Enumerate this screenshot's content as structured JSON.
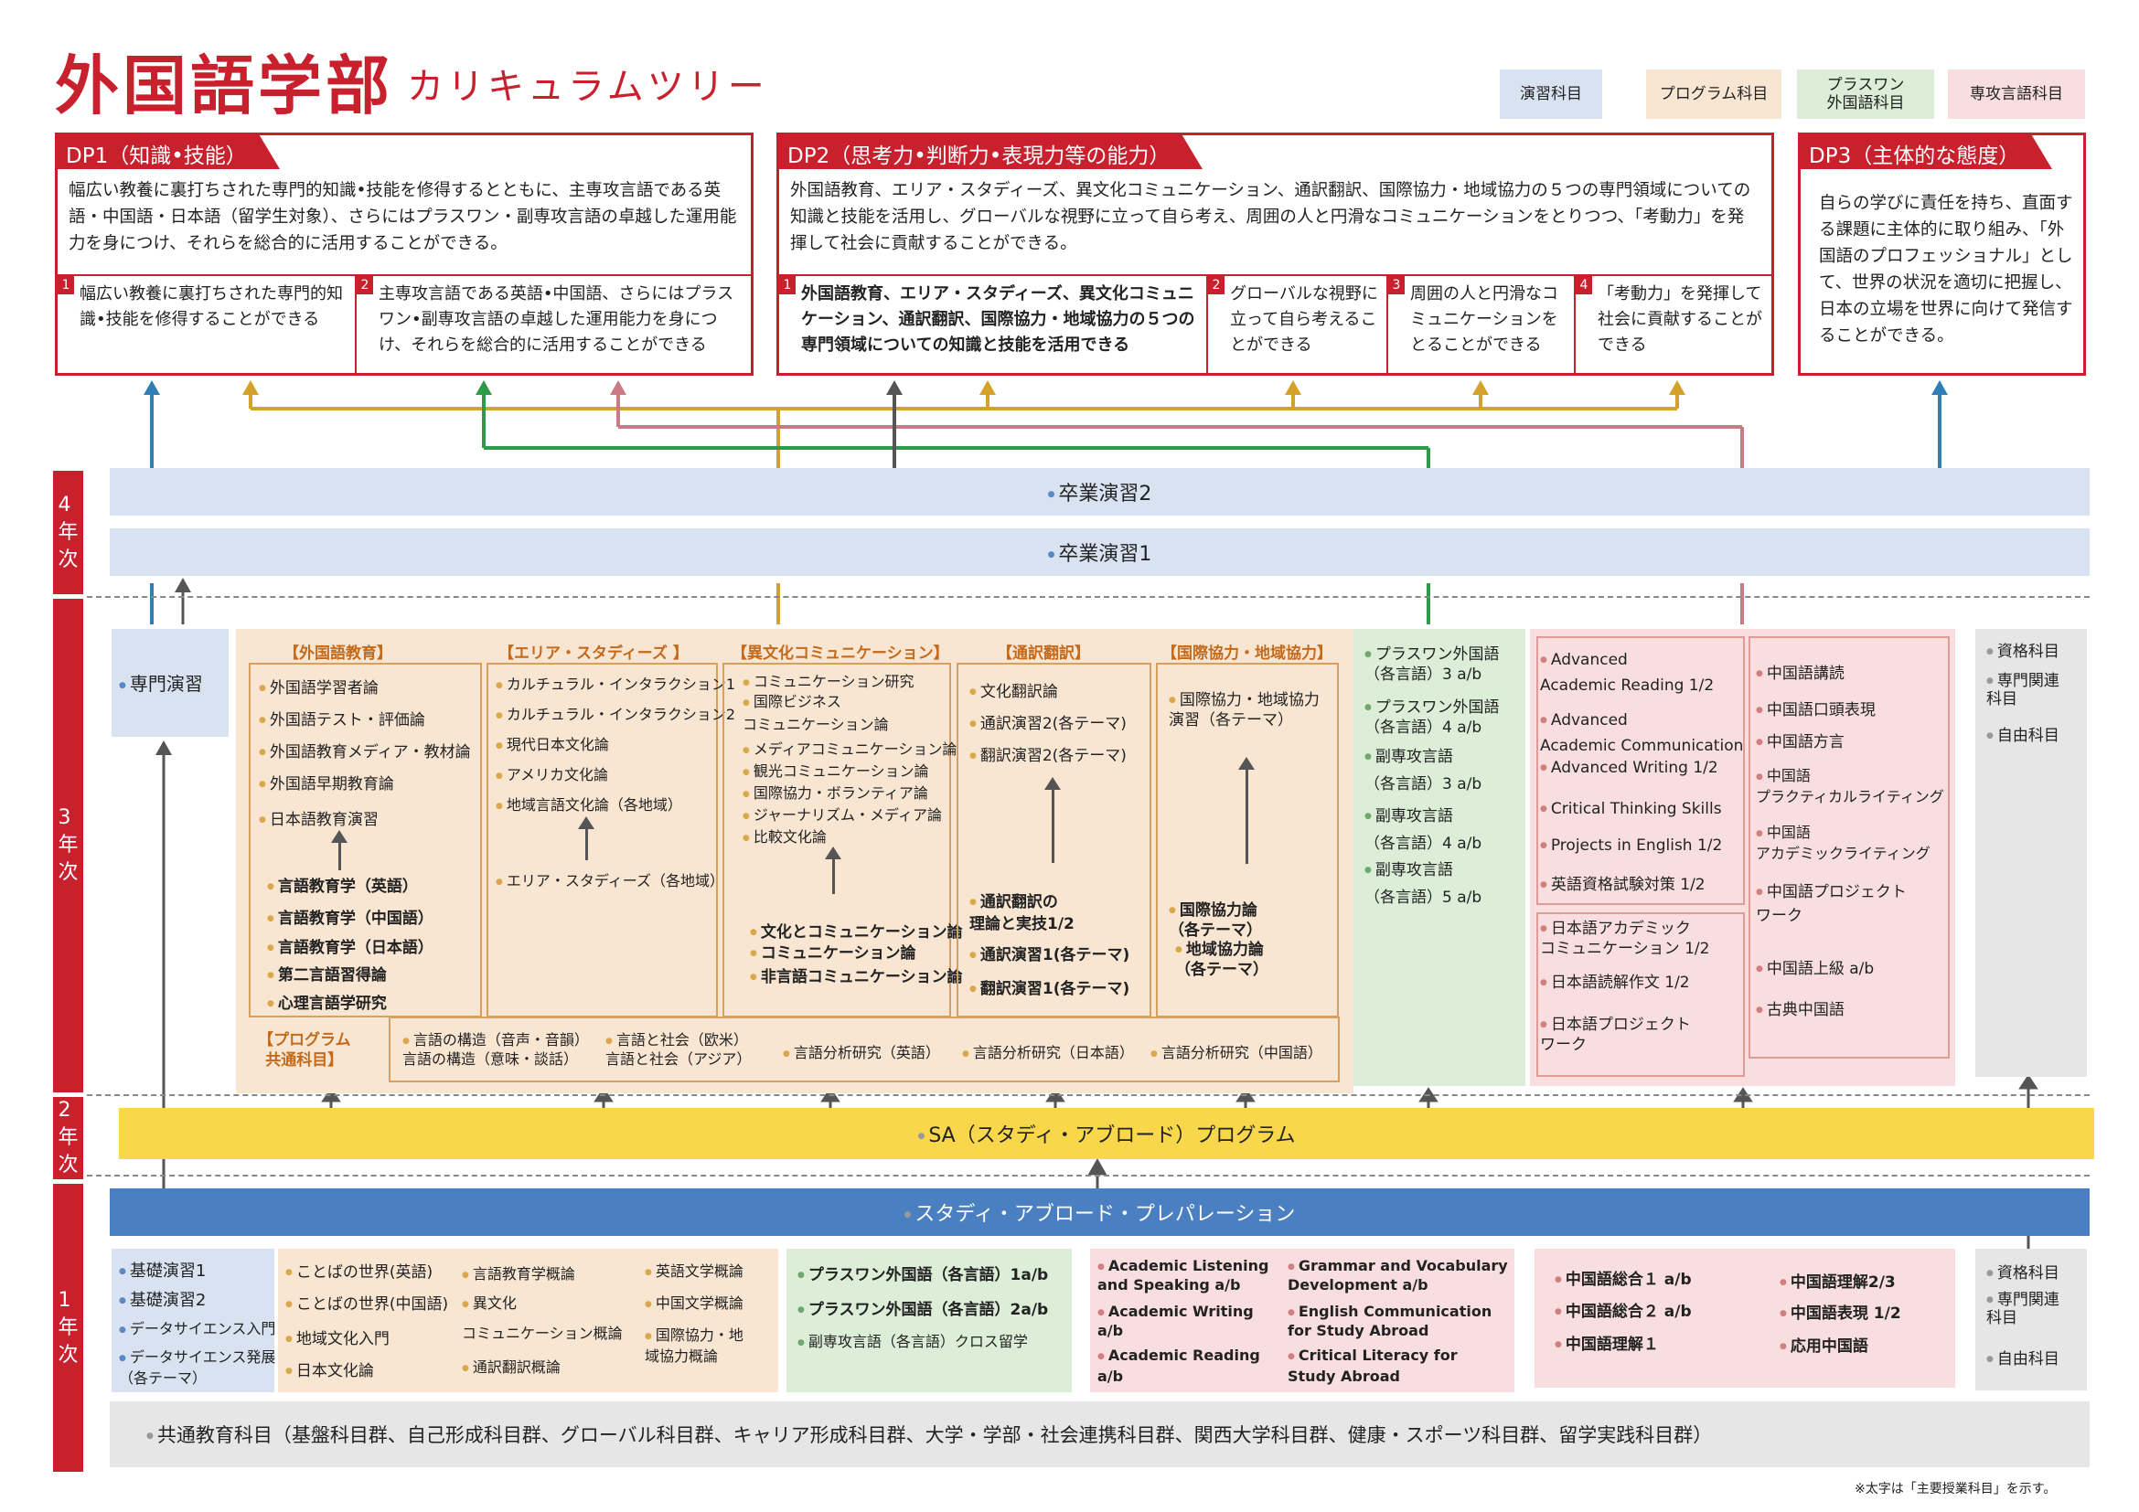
{
  "title": {
    "main": "外国語学部",
    "sub": "カリキュラムツリー"
  },
  "legend": [
    {
      "label": "演習科目",
      "color": "#d9e2f1"
    },
    {
      "label": "プログラム科目",
      "color": "#f8e6d2"
    },
    {
      "label": "プラスワン\n外国語科目",
      "color": "#dcedd8"
    },
    {
      "label": "専攻言語科目",
      "color": "#f8dede"
    }
  ],
  "dp1": {
    "tab": "DP1（知識•技能）",
    "desc": "幅広い教養に裏打ちされた専門的知識•技能を修得するとともに、主専攻言語である英語・中国語・日本語（留学生対象）、さらにはプラスワン・副専攻言語の卓越した運用能力を身につけ、それらを総合的に活用することができる。",
    "subs": [
      {
        "num": "1",
        "text": "幅広い教養に裏打ちされた専門的知識•技能を修得することができる"
      },
      {
        "num": "2",
        "text": "主専攻言語である英語•中国語、さらにはプラスワン•副専攻言語の卓越した運用能力を身につけ、それらを総合的に活用することができる"
      }
    ]
  },
  "dp2": {
    "tab": "DP2（思考力•判断力•表現力等の能力）",
    "desc": "外国語教育、エリア・スタディーズ、異文化コミュニケーション、通訳翻訳、国際協力・地域協力の５つの専門領域についての知識と技能を活用し、グローバルな視野に立って自ら考え、周囲の人と円滑なコミュニケーションをとりつつ、「考動力」を発揮して社会に貢献することができる。",
    "subs": [
      {
        "num": "1",
        "text": "外国語教育、エリア・スタディーズ、異文化コミュニケーション、通訳翻訳、国際協力・地域協力の５つの専門領域についての知識と技能を活用できる"
      },
      {
        "num": "2",
        "text": "グローバルな視野に立って自ら考えることができる"
      },
      {
        "num": "3",
        "text": "周囲の人と円滑なコミュニケーションをとることができる"
      },
      {
        "num": "4",
        "text": "「考動力」を発揮して社会に貢献することができる"
      }
    ]
  },
  "dp3": {
    "tab": "DP3（主体的な態度）",
    "desc": "自らの学びに責任を持ち、直面する課題に主体的に取り組み、「外国語のプロフェッショナル」として、世界の状況を適切に把握し、日本の立場を世界に向けて発信することができる。"
  },
  "years": {
    "y4": "4\n年\n次",
    "y3": "3\n年\n次",
    "y2": "2\n年\n次",
    "y1": "1\n年\n次"
  },
  "bands": {
    "sotsugyo2": "卒業演習2",
    "sotsugyo1": "卒業演習1",
    "sa_program": "SA（スタディ・アブロード）プログラム",
    "sa_prep": "スタディ・アブロード・プレパレーション",
    "common": "共通教育科目（基盤科目群、自己形成科目群、グローバル科目群、キャリア形成科目群、大学・学部・社会連携科目群、関西大学科目群、健康・スポーツ科目群、留学実践科目群）"
  },
  "y3": {
    "senmon": "専門演習",
    "gaikokugo": {
      "header": "【外国語教育】",
      "top": [
        "外国語学習者論",
        "外国語テスト・評価論",
        "外国語教育メディア・教材論",
        "外国語早期教育論",
        "日本語教育演習"
      ],
      "bottom": [
        "言語教育学（英語）",
        "言語教育学（中国語）",
        "言語教育学（日本語）",
        "第二言語習得論",
        "心理言語学研究"
      ]
    },
    "area": {
      "header": "【エリア・スタディーズ 】",
      "top": [
        "カルチュラル・インタラクション1",
        "カルチュラル・インタラクション2",
        "現代日本文化論",
        "アメリカ文化論",
        "地域言語文化論（各地域）"
      ],
      "bottom": [
        "エリア・スタディーズ（各地域）"
      ]
    },
    "ibunka": {
      "header": "【異文化コミュニケーション】",
      "top": [
        "コミュニケーション研究",
        "国際ビジネス\nコミュニケーション論",
        "メディアコミュニケーション論",
        "観光コミュニケーション論",
        "国際協力・ボランティア論",
        "ジャーナリズム・メディア論",
        "比較文化論"
      ],
      "bottom": [
        "文化とコミュニケーション論",
        "コミュニケーション論",
        "非言語コミュニケーション論"
      ]
    },
    "tsuyaku": {
      "header": "【通訳翻訳】",
      "top": [
        "文化翻訳論",
        "通訳演習2(各テーマ)",
        "翻訳演習2(各テーマ)"
      ],
      "bottom": [
        "通訳翻訳の\n理論と実技1/2",
        "通訳演習1(各テーマ)",
        "翻訳演習1(各テーマ)"
      ]
    },
    "kokusai": {
      "header": "【国際協力・地域協力】",
      "top": [
        "国際協力・地域協力\n演習（各テーマ）"
      ],
      "bottom": [
        "国際協力論\n（各テーマ）",
        "地域協力論\n（各テーマ）"
      ]
    },
    "program_common": {
      "label": "【プログラム\n共通科目】",
      "items": [
        "言語の構造（音声・音韻）\n言語の構造（意味・談話）",
        "言語と社会（欧米）\n言語と社会（アジア）",
        "言語分析研究（英語）",
        "言語分析研究（日本語）",
        "言語分析研究（中国語）"
      ]
    },
    "plusone": [
      "プラスワン外国語\n（各言語）3 a/b",
      "プラスワン外国語\n（各言語）4 a/b",
      "副専攻言語\n（各言語）3 a/b",
      "副専攻言語\n（各言語）4 a/b",
      "副専攻言語\n（各言語）5 a/b"
    ],
    "english": [
      "Advanced\nAcademic Reading 1/2",
      "Advanced\nAcademic Communication",
      "Advanced Writing 1/2",
      "Critical Thinking Skills",
      "Projects in English 1/2",
      "英語資格試験対策 1/2"
    ],
    "japanese": [
      "日本語アカデミック\nコミュニケーション 1/2",
      "日本語読解作文 1/2",
      "日本語プロジェクト\nワーク"
    ],
    "chinese": [
      "中国語講読",
      "中国語口頭表現",
      "中国語方言",
      "中国語\nプラクティカルライティング",
      "中国語\nアカデミックライティング",
      "中国語プロジェクト\nワーク",
      "中国語上級 a/b",
      "古典中国語"
    ],
    "others": [
      "資格科目",
      "専門関連\n科目",
      "自由科目"
    ]
  },
  "y1": {
    "kiso": [
      "基礎演習1",
      "基礎演習2",
      "データサイエンス入門",
      "データサイエンス発展\n（各テーマ）"
    ],
    "program_col1": [
      "ことばの世界(英語)",
      "ことばの世界(中国語)",
      "地域文化入門",
      "日本文化論"
    ],
    "program_col2": [
      "言語教育学概論",
      "異文化\nコミュニケーション概論",
      "通訳翻訳概論"
    ],
    "program_col3": [
      "英語文学概論",
      "中国文学概論",
      "国際協力・地\n域協力概論"
    ],
    "plusone": [
      "プラスワン外国語（各言語）1a/b",
      "プラスワン外国語（各言語）2a/b",
      "副専攻言語（各言語）クロス留学"
    ],
    "english_col1": [
      "Academic Listening\nand Speaking a/b",
      "Academic Writing\na/b",
      "Academic Reading\na/b"
    ],
    "english_col2": [
      "Grammar and Vocabulary\nDevelopment a/b",
      "English Communication\nfor Study Abroad",
      "Critical Literacy for\nStudy Abroad"
    ],
    "chinese_col1": [
      "中国語総合１ a/b",
      "中国語総合２ a/b",
      "中国語理解１"
    ],
    "chinese_col2": [
      "中国語理解2/3",
      "中国語表現 1/2",
      "応用中国語"
    ],
    "others": [
      "資格科目",
      "専門関連\n科目",
      "自由科目"
    ]
  },
  "footnote": "※太字は「主要授業科目」を示す。",
  "colors": {
    "red": "#c9202e",
    "blue_line": "#2f7fb5",
    "gold_line": "#d4a12a",
    "green_line": "#2e9a4a",
    "pink_line": "#c97a84",
    "dark_line": "#555555"
  }
}
